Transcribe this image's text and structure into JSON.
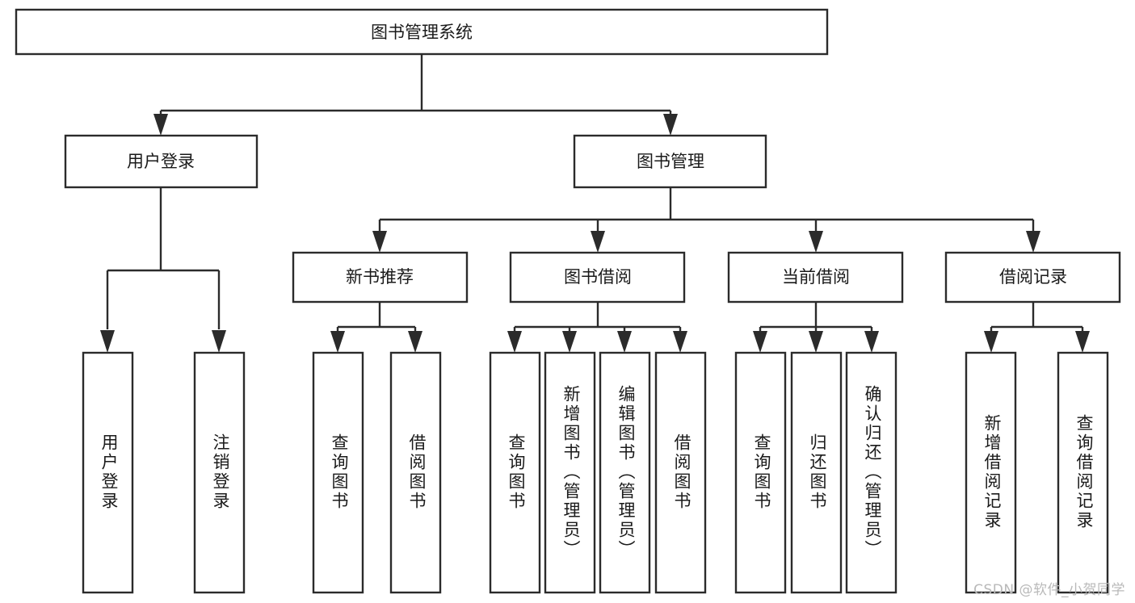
{
  "diagram": {
    "title": "图书管理系统",
    "type": "hierarchy-tree",
    "watermark": "CSDN @软件_小贺同学",
    "colors": {
      "stroke": "#2b2b2b",
      "fill": "#ffffff",
      "text": "#1a1a1a",
      "watermark": "#b9b9b9"
    },
    "levels": {
      "root": {
        "label": "图书管理系统"
      },
      "level2": [
        {
          "id": "user-login",
          "label": "用户登录"
        },
        {
          "id": "book-management",
          "label": "图书管理"
        }
      ],
      "level3": [
        {
          "id": "new-book-recommend",
          "label": "新书推荐",
          "parent": "book-management"
        },
        {
          "id": "book-borrow",
          "label": "图书借阅",
          "parent": "book-management"
        },
        {
          "id": "current-borrow",
          "label": "当前借阅",
          "parent": "book-management"
        },
        {
          "id": "borrow-record",
          "label": "借阅记录",
          "parent": "book-management"
        }
      ],
      "leaves": [
        {
          "id": "leaf-user-login",
          "label": "用户登录",
          "parent": "user-login"
        },
        {
          "id": "leaf-user-logout",
          "label": "注销登录",
          "parent": "user-login"
        },
        {
          "id": "leaf-query-book-1",
          "label": "查询图书",
          "parent": "new-book-recommend"
        },
        {
          "id": "leaf-borrow-book-1",
          "label": "借阅图书",
          "parent": "new-book-recommend"
        },
        {
          "id": "leaf-query-book-2",
          "label": "查询图书",
          "parent": "book-borrow"
        },
        {
          "id": "leaf-add-book",
          "label": "新增图书（管理员）",
          "parent": "book-borrow"
        },
        {
          "id": "leaf-edit-book",
          "label": "编辑图书（管理员）",
          "parent": "book-borrow"
        },
        {
          "id": "leaf-borrow-book-2",
          "label": "借阅图书",
          "parent": "book-borrow"
        },
        {
          "id": "leaf-query-book-3",
          "label": "查询图书",
          "parent": "current-borrow"
        },
        {
          "id": "leaf-return-book",
          "label": "归还图书",
          "parent": "current-borrow"
        },
        {
          "id": "leaf-confirm-return",
          "label": "确认归还（管理员）",
          "parent": "current-borrow"
        },
        {
          "id": "leaf-add-record",
          "label": "新增借阅记录",
          "parent": "borrow-record"
        },
        {
          "id": "leaf-query-record",
          "label": "查询借阅记录",
          "parent": "borrow-record"
        }
      ]
    }
  }
}
